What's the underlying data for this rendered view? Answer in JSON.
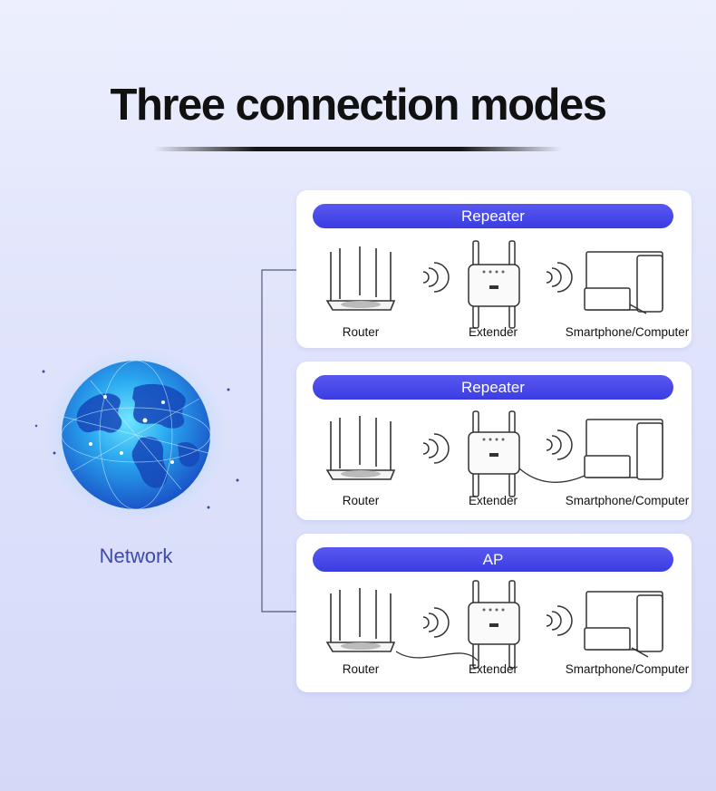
{
  "title": "Three connection modes",
  "network_label": "Network",
  "modes": [
    {
      "name": "Repeater",
      "labels": {
        "router": "Router",
        "extender": "Extender",
        "device": "Smartphone/Computer"
      },
      "wired_link": "none"
    },
    {
      "name": "Repeater",
      "labels": {
        "router": "Router",
        "extender": "Extender",
        "device": "Smartphone/Computer"
      },
      "wired_link": "extender-to-device"
    },
    {
      "name": "AP",
      "labels": {
        "router": "Router",
        "extender": "Extender",
        "device": "Smartphone/Computer"
      },
      "wired_link": "router-to-extender"
    }
  ],
  "colors": {
    "accent": "#3a3ce2",
    "network_text": "#3f4aa6",
    "globe": "#2d7fe0"
  }
}
